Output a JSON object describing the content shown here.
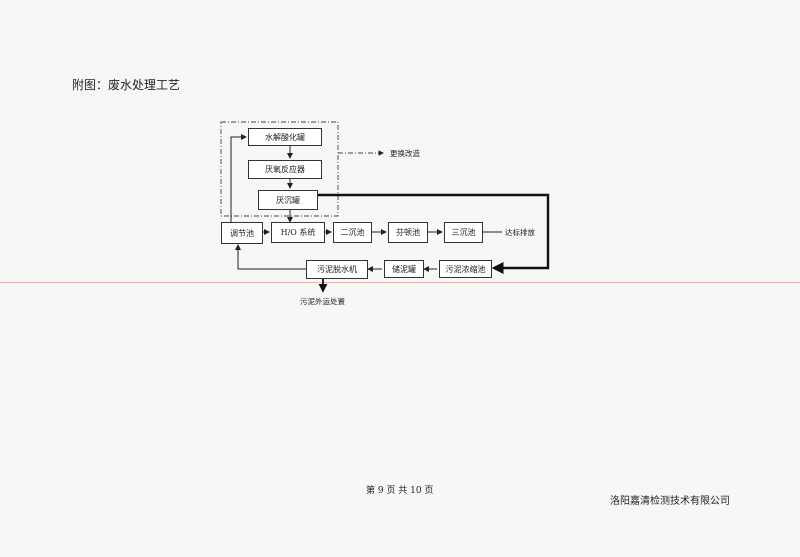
{
  "page_title": "附图：废水处理工艺",
  "diagram": {
    "nodes": {
      "hydrolysis_tank": "水解酸化罐",
      "anaerobic_reactor": "厌氧反应器",
      "anaerobic_settler": "厌沉罐",
      "regulating_tank": "调节池",
      "ho_system": "H/O 系统",
      "secondary_clarifier": "二沉池",
      "fenton_tank": "芬顿池",
      "tertiary_clarifier": "三沉池",
      "sludge_thickener": "污泥浓缩池",
      "sludge_storage": "储泥罐",
      "sludge_dewaterer": "污泥脱水机"
    },
    "labels": {
      "replace_upgrade": "更换改造",
      "discharge": "达标排放",
      "sludge_disposal": "污泥外运处置"
    }
  },
  "footer": {
    "page_number": "第 9 页 共 10 页",
    "company": "洛阳嘉清检测技术有限公司"
  }
}
